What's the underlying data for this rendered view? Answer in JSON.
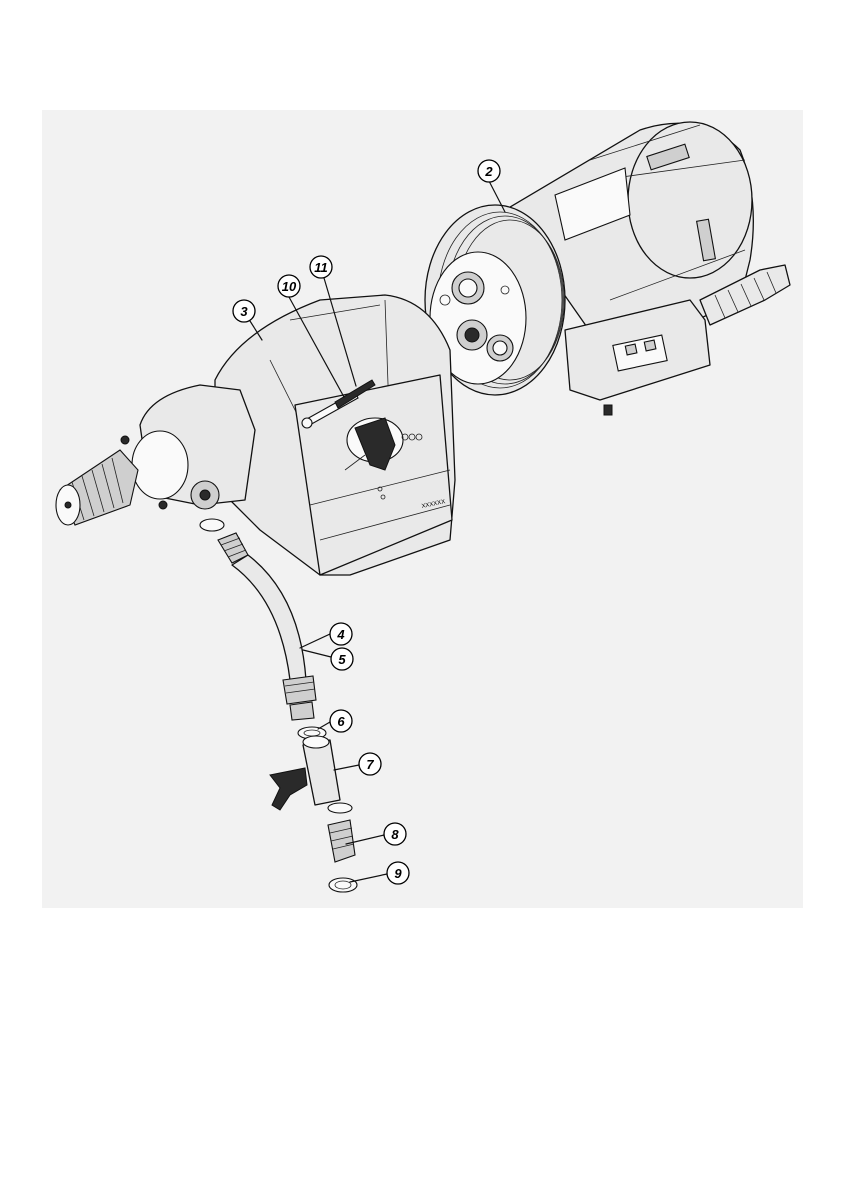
{
  "diagram": {
    "callouts": [
      {
        "id": "c2",
        "label": "2"
      },
      {
        "id": "c3",
        "label": "3"
      },
      {
        "id": "c4",
        "label": "4"
      },
      {
        "id": "c5",
        "label": "5"
      },
      {
        "id": "c6",
        "label": "6"
      },
      {
        "id": "c7",
        "label": "7"
      },
      {
        "id": "c8",
        "label": "8"
      },
      {
        "id": "c9",
        "label": "9"
      },
      {
        "id": "c10",
        "label": "10"
      },
      {
        "id": "c11",
        "label": "11"
      }
    ],
    "part_code": "XXXXXX"
  }
}
